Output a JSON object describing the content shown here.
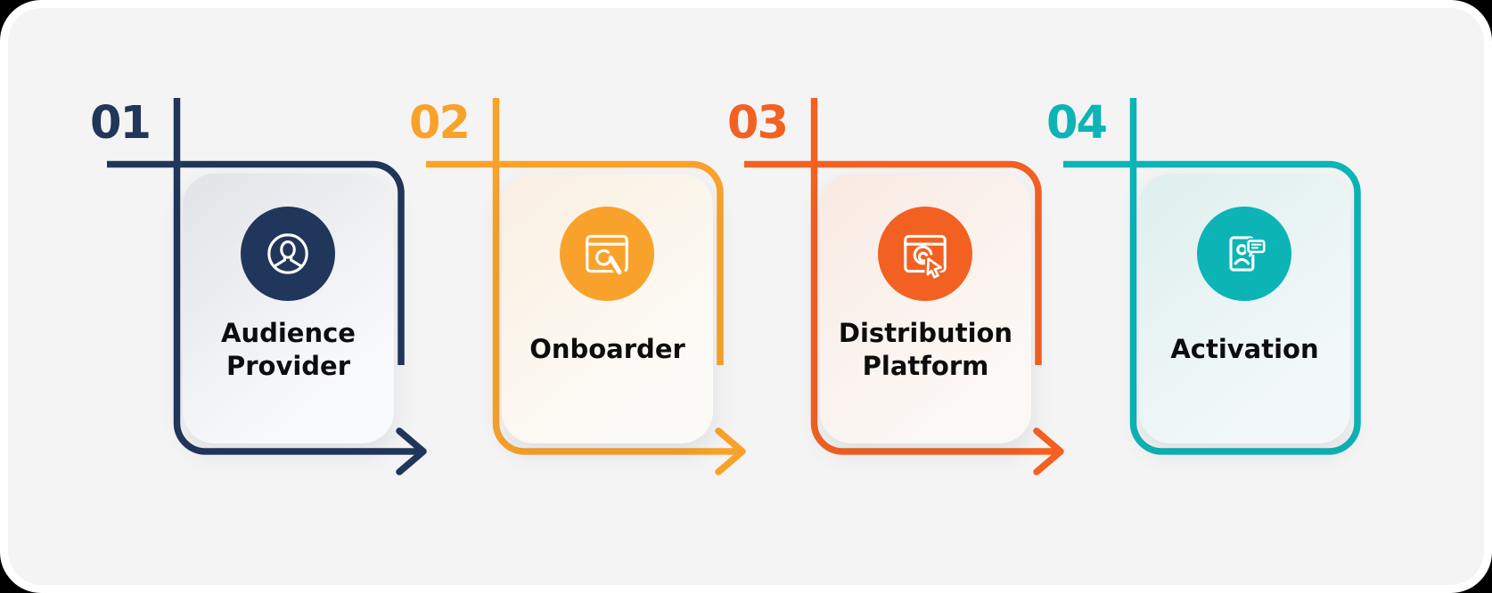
{
  "frame": {
    "outer_bg": "#FFFFFF",
    "canvas_bg": "#F4F4F5"
  },
  "text_color": "#0D0D0D",
  "steps": [
    {
      "number": "01",
      "label": "Audience Provider",
      "accent": "#20365A",
      "icon": "user-avatar-icon",
      "card_gradient": [
        "#E1E3E8",
        "#F9FAFB"
      ],
      "has_arrow": true,
      "closed_border": false
    },
    {
      "number": "02",
      "label": "Onboarder",
      "accent": "#F9A22B",
      "icon": "browser-wrench-icon",
      "card_gradient": [
        "#F9EFE1",
        "#FDFBF7"
      ],
      "has_arrow": true,
      "closed_border": false
    },
    {
      "number": "03",
      "label": "Distribution Platform",
      "accent": "#F26122",
      "icon": "browser-click-icon",
      "card_gradient": [
        "#F8EAE2",
        "#FCF8F5"
      ],
      "has_arrow": true,
      "closed_border": false
    },
    {
      "number": "04",
      "label": "Activation",
      "accent": "#0CB4B6",
      "icon": "id-card-chat-icon",
      "card_gradient": [
        "#DFEFEF",
        "#F2F8F8"
      ],
      "has_arrow": false,
      "closed_border": true
    }
  ]
}
